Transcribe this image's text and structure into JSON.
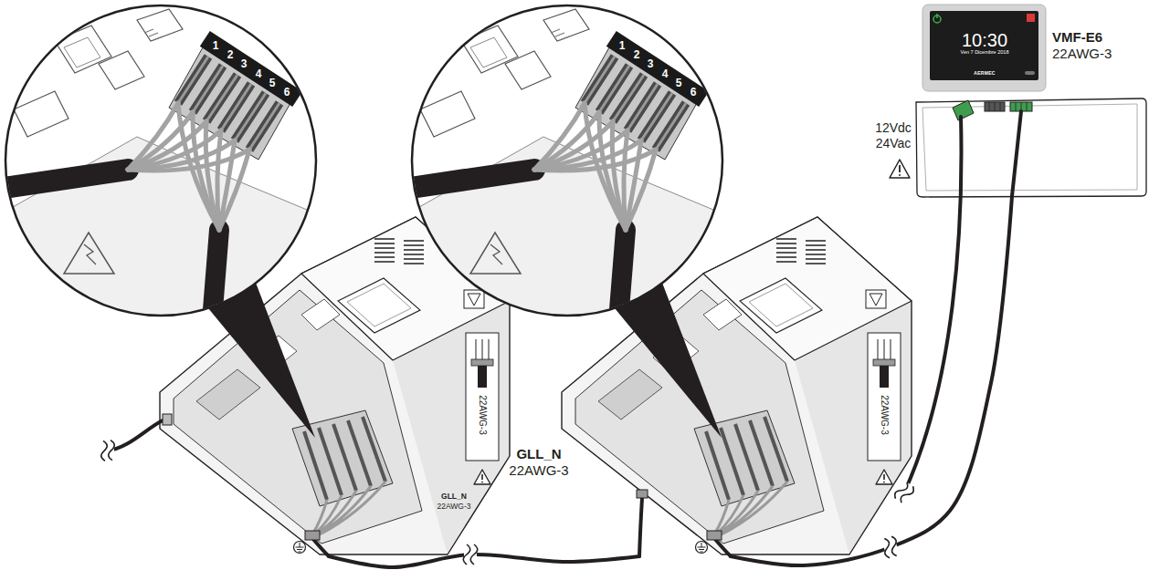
{
  "diagram": {
    "nodes": [
      {
        "text": [
          "22AWG-3"
        ]
      },
      {
        "text": [
          "22AWG-3"
        ]
      },
      {
        "text": [
          "10:30",
          "Ven 7 Dicembre 2018",
          "AERMEC",
          "VMF-E6",
          "22AWG-3"
        ]
      }
    ],
    "edges": [
      {
        "from": 0,
        "to": 1,
        "arrow": "none",
        "label": "GLL_N"
      },
      {
        "from": 1,
        "to": 2,
        "arrow": "none"
      }
    ],
    "labels": [
      "1",
      "2",
      "3",
      "4",
      "5",
      "6",
      "1",
      "2",
      "3",
      "4",
      "5",
      "6",
      "GLL_N",
      "22AWG-3",
      "22AWG-3",
      "12Vdc",
      "24Vac"
    ]
  }
}
